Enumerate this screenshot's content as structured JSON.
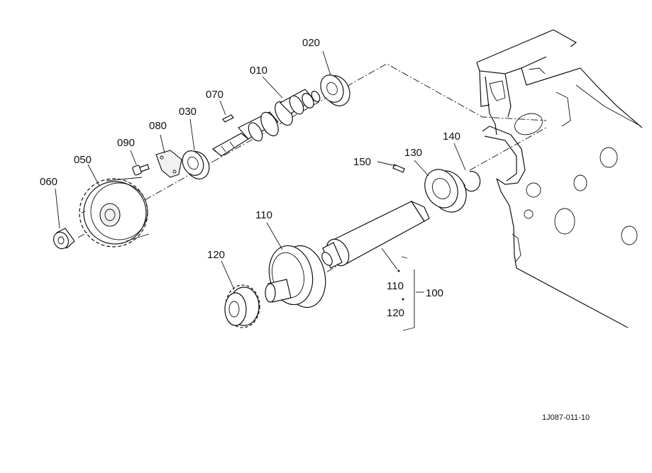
{
  "parts": {
    "p010": "010",
    "p020": "020",
    "p030": "030",
    "p050": "050",
    "p060": "060",
    "p070": "070",
    "p080": "080",
    "p090": "090",
    "p100": "100",
    "p110": "110",
    "p110b": "110",
    "p120": "120",
    "p120b": "120",
    "p130": "130",
    "p140": "140",
    "p150": "150"
  },
  "drawing_code": "1J087-011-10"
}
